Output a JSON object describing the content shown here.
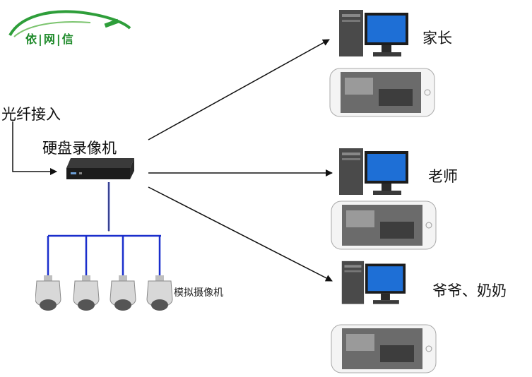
{
  "logo": {
    "text": "依|网|信",
    "color": "#2e9e3a"
  },
  "source": {
    "fiber_label": "光纤接入"
  },
  "recorder": {
    "label": "硬盘录像机"
  },
  "cameras": {
    "label": "模拟摄像机",
    "count": 4
  },
  "viewers": [
    {
      "label": "家长"
    },
    {
      "label": "老师"
    },
    {
      "label": "爷爷、奶奶"
    }
  ],
  "colors": {
    "camera_wiring": "#1a2ecc",
    "arrow": "#111111",
    "screen": "#1e6fd6",
    "logo": "#2e9e3a"
  }
}
